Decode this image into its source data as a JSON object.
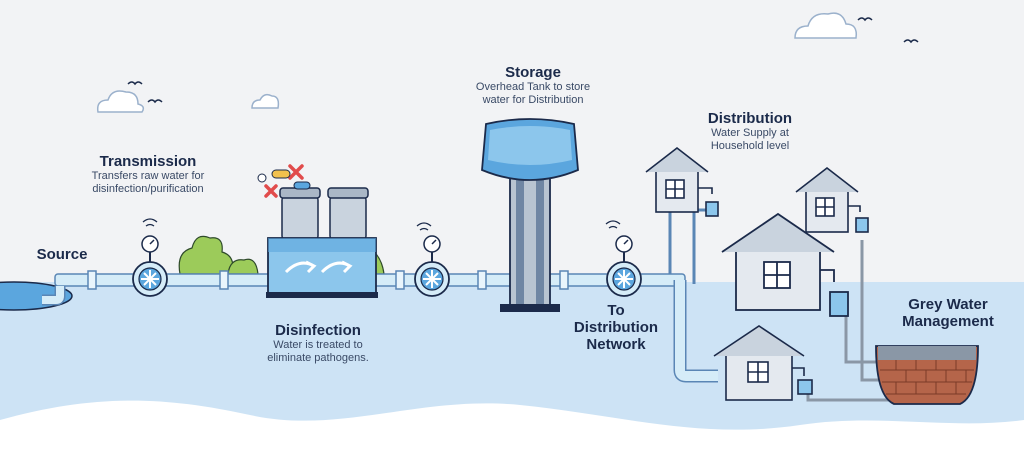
{
  "stages": {
    "source": {
      "title": "Source"
    },
    "transmission": {
      "title": "Transmission",
      "desc_line1": "Transfers raw water for",
      "desc_line2": "disinfection/purification"
    },
    "disinfection": {
      "title": "Disinfection",
      "desc_line1": "Water is treated to",
      "desc_line2": "eliminate pathogens."
    },
    "storage": {
      "title": "Storage",
      "desc_line1": "Overhead Tank to store",
      "desc_line2": "water for Distribution"
    },
    "to_network": {
      "line1": "To",
      "line2": "Distribution",
      "line3": "Network"
    },
    "distribution": {
      "title": "Distribution",
      "desc_line1": "Water Supply at",
      "desc_line2": "Household level"
    },
    "grey_water": {
      "line1": "Grey Water",
      "line2": "Management"
    }
  },
  "colors": {
    "pipe": "#d5ecf8",
    "pipe_stroke": "#5a86b5",
    "water": "#b9daf1",
    "tank": "#5ba6de",
    "navy": "#1b2a4a"
  }
}
